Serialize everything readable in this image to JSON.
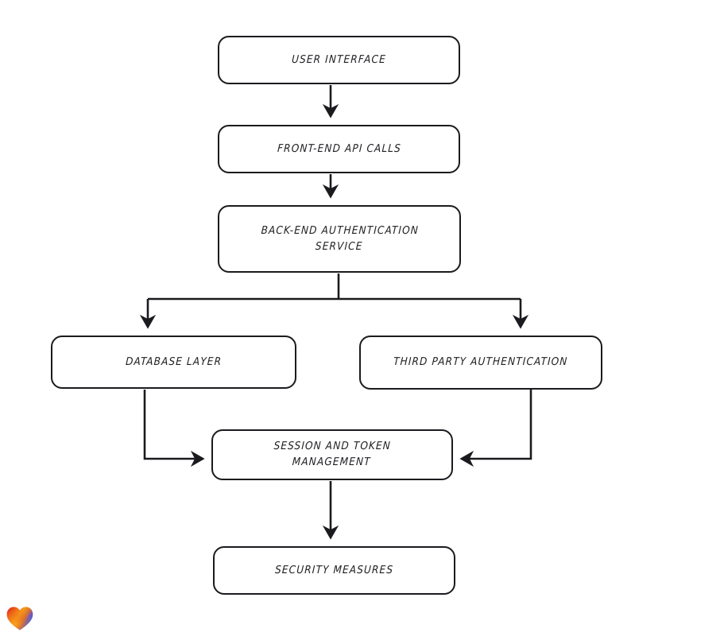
{
  "diagram": {
    "type": "flowchart",
    "style": "hand-drawn-sketch",
    "background_color": "#ffffff",
    "stroke_color": "#1b1b1f",
    "text_color": "#1f1f23",
    "nodes": [
      {
        "id": "user-interface",
        "label": "User Interface"
      },
      {
        "id": "frontend-api",
        "label": "Front-End API Calls"
      },
      {
        "id": "backend-auth",
        "label": "Back-End Authentication\nService"
      },
      {
        "id": "database-layer",
        "label": "Database Layer"
      },
      {
        "id": "third-party-auth",
        "label": "Third Party Authentication"
      },
      {
        "id": "session-token",
        "label": "Session and Token\nManagement"
      },
      {
        "id": "security-measures",
        "label": "Security Measures"
      }
    ],
    "edges": [
      {
        "from": "user-interface",
        "to": "frontend-api",
        "direction": "down"
      },
      {
        "from": "frontend-api",
        "to": "backend-auth",
        "direction": "down"
      },
      {
        "from": "backend-auth",
        "to": "database-layer",
        "direction": "down-left-branch"
      },
      {
        "from": "backend-auth",
        "to": "third-party-auth",
        "direction": "down-right-branch"
      },
      {
        "from": "database-layer",
        "to": "session-token",
        "direction": "down-then-right"
      },
      {
        "from": "third-party-auth",
        "to": "session-token",
        "direction": "down-then-left"
      },
      {
        "from": "session-token",
        "to": "security-measures",
        "direction": "down"
      }
    ]
  },
  "logo": {
    "name": "heart-logo",
    "colors": {
      "red": "#e02b20",
      "orange": "#f5911e",
      "blue": "#2b7fd4",
      "teal": "#21a9b8",
      "purple": "#7a49c4"
    }
  }
}
